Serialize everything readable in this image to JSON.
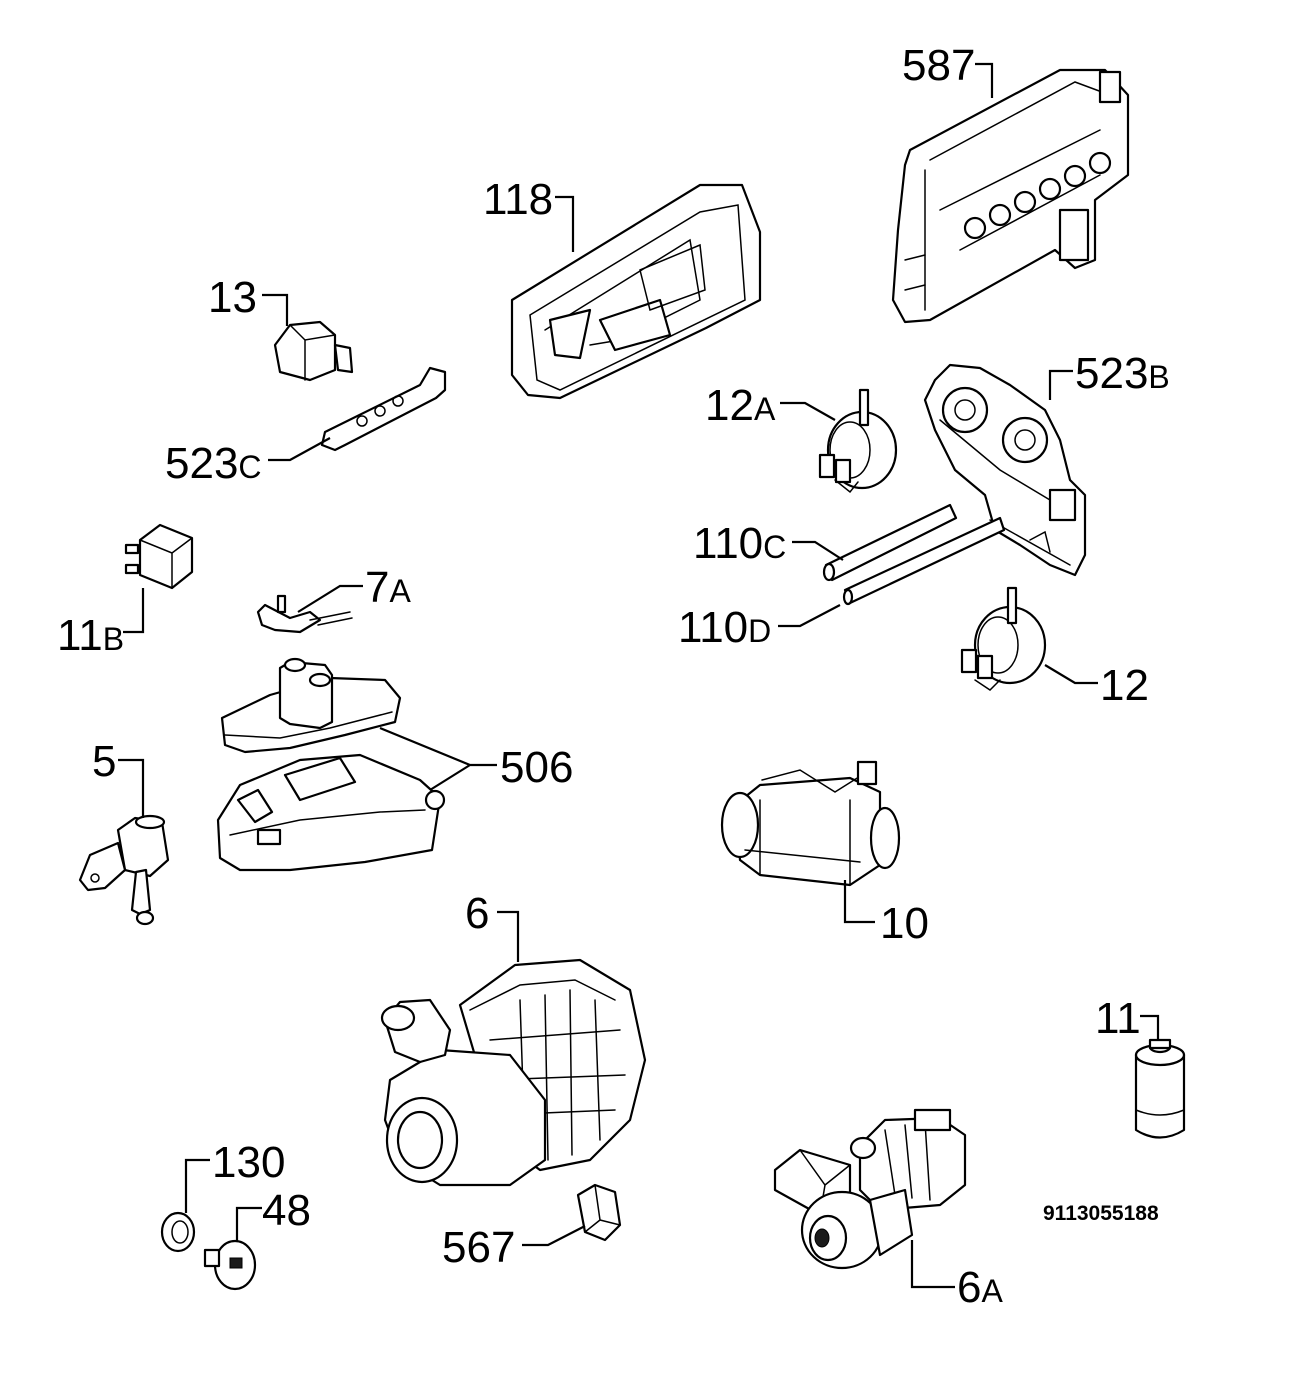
{
  "diagram": {
    "reference_number": "9113055188",
    "callouts": {
      "c587": {
        "main": "587",
        "suffix": ""
      },
      "c118": {
        "main": "118",
        "suffix": ""
      },
      "c13": {
        "main": "13",
        "suffix": ""
      },
      "c523c": {
        "main": "523",
        "suffix": "C"
      },
      "c523b": {
        "main": "523",
        "suffix": "B"
      },
      "c12a": {
        "main": "12",
        "suffix": "A"
      },
      "c110c": {
        "main": "110",
        "suffix": "C"
      },
      "c110d": {
        "main": "110",
        "suffix": "D"
      },
      "c12": {
        "main": "12",
        "suffix": ""
      },
      "c11b": {
        "main": "11",
        "suffix": "B"
      },
      "c7a": {
        "main": "7",
        "suffix": "A"
      },
      "c506": {
        "main": "506",
        "suffix": ""
      },
      "c5": {
        "main": "5",
        "suffix": ""
      },
      "c10": {
        "main": "10",
        "suffix": ""
      },
      "c6": {
        "main": "6",
        "suffix": ""
      },
      "c11": {
        "main": "11",
        "suffix": ""
      },
      "c130": {
        "main": "130",
        "suffix": ""
      },
      "c48": {
        "main": "48",
        "suffix": ""
      },
      "c567": {
        "main": "567",
        "suffix": ""
      },
      "c6a": {
        "main": "6",
        "suffix": "A"
      }
    }
  }
}
